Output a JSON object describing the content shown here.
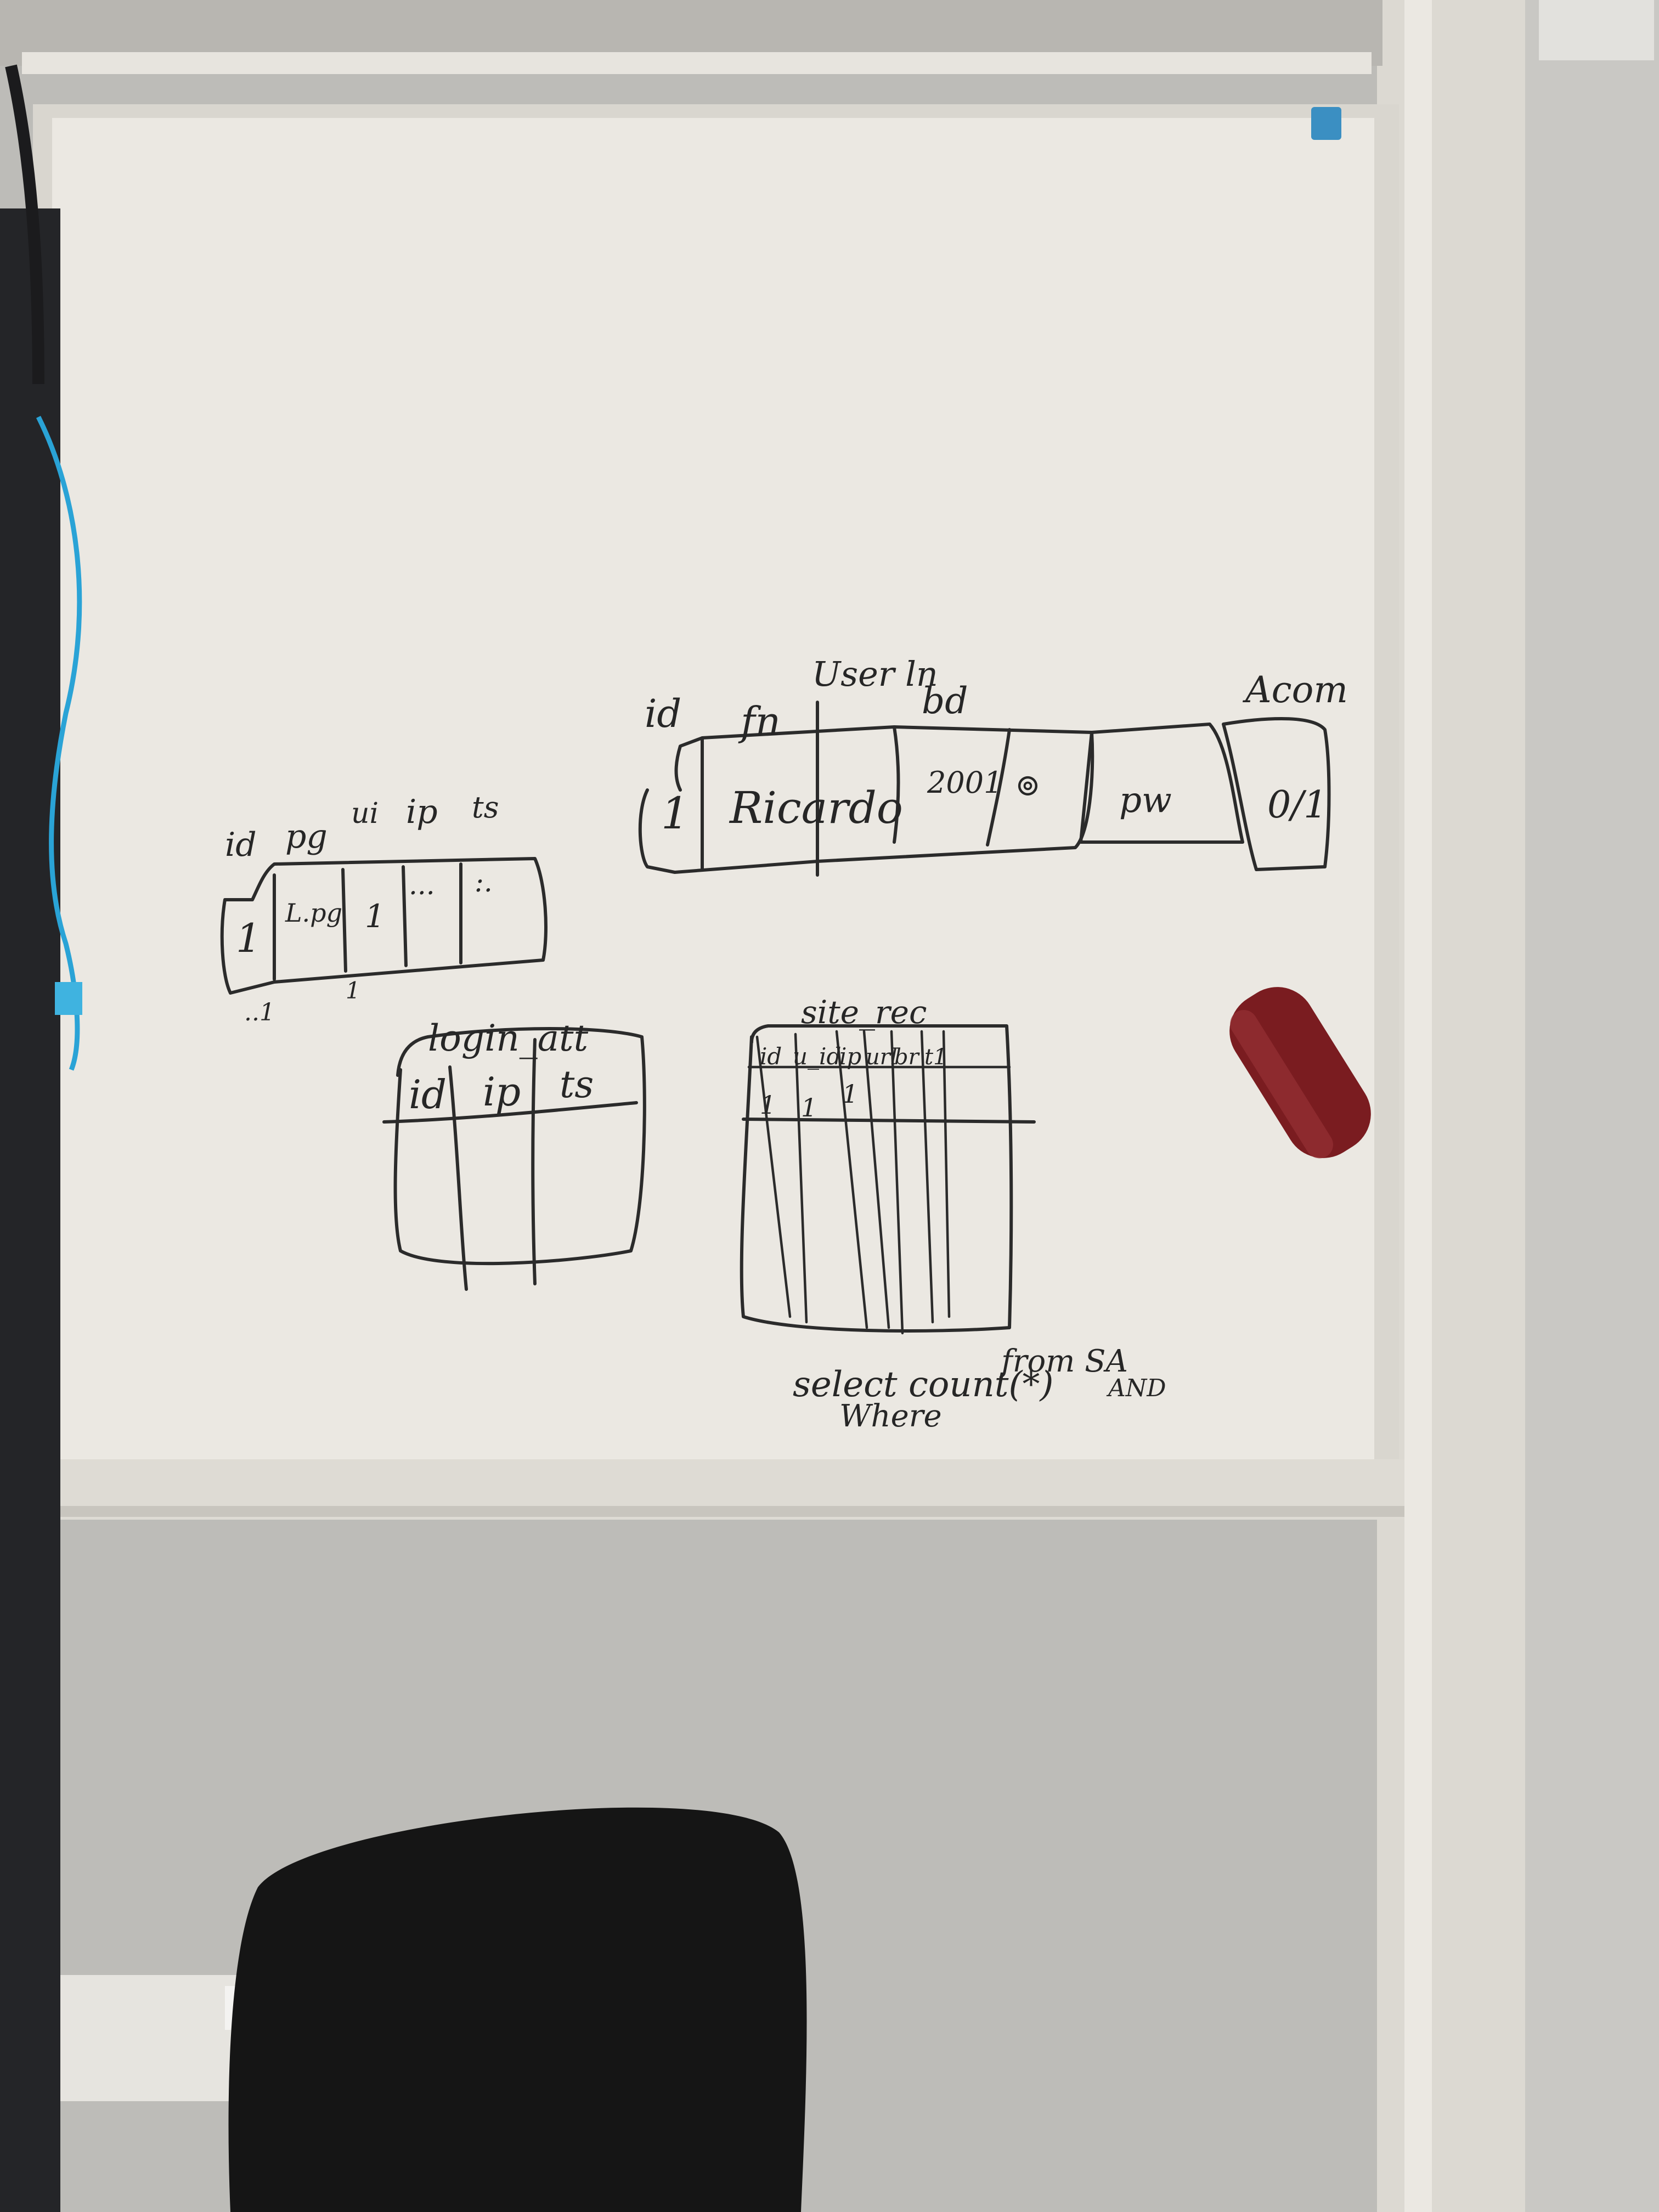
{
  "whiteboard": {
    "colors": {
      "board": "#ebe8e2",
      "frame": "#d9d6cf",
      "ink": "#2b2b2b",
      "eraser": "#7a1c20",
      "cable": "#2aa3d6"
    },
    "user_table": {
      "headers": [
        "id",
        "fn",
        "User ln",
        "bd",
        "Acom"
      ],
      "cells": [
        "1",
        "Ricardo",
        "2001",
        "⊚",
        "pw",
        "0/1"
      ]
    },
    "small_table": {
      "headers": [
        "id",
        "pg",
        "ui",
        "ip",
        "ts"
      ],
      "cells": [
        "1",
        "L.pg",
        "1",
        "...",
        ":."
      ],
      "below": "..1",
      "below2": "1"
    },
    "login_table": {
      "title": "login_att",
      "headers": [
        "id",
        "ip",
        "ts"
      ]
    },
    "site_table": {
      "title": "site_rec",
      "headers": [
        "id",
        "u_id",
        "ip",
        "url",
        "br",
        "t1"
      ],
      "row": [
        "1",
        "1",
        "1"
      ]
    },
    "query": {
      "line1": "select count(*)",
      "from": "from SA",
      "where": "Where",
      "and": "AND"
    }
  }
}
